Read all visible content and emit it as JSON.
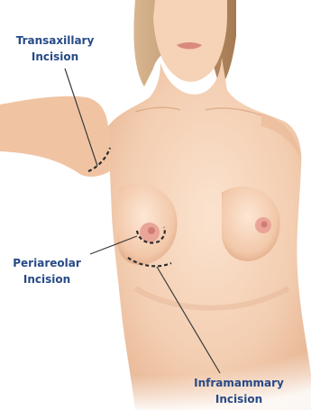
{
  "labels": {
    "transaxillary": {
      "line1": "Transaxillary",
      "line2": "Incision"
    },
    "periareolar": {
      "line1": "Periareolar",
      "line2": "Incision"
    },
    "inframammary": {
      "line1": "Inframammary",
      "line2": "Incision"
    }
  },
  "colors": {
    "label_text": "#274a87",
    "skin_light": "#f8dcc6",
    "skin_mid": "#ecb894",
    "skin_shadow": "#d39a76",
    "hair": "#b58a5f",
    "nipple": "#dd8c84",
    "incision": "#2b2b2b",
    "leader_line": "#3a3a3a"
  }
}
